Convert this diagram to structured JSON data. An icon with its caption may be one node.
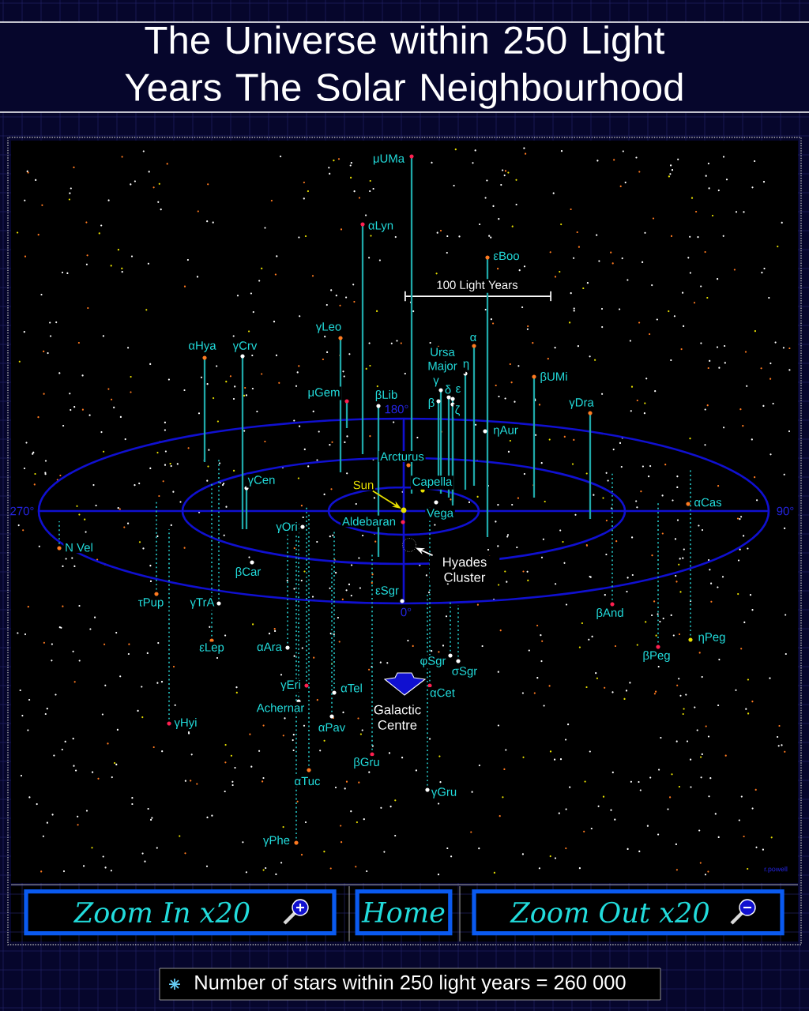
{
  "diagram": {
    "title": "The Universe within 250 Light Years The Solar Neighbourhood",
    "nodes": [
      {
        "text": [
          "Sun"
        ]
      },
      {
        "text": [],
        "shape": "circle"
      },
      {
        "text": [
          "Hyades Cluster"
        ]
      },
      {
        "text": [],
        "shape": "circle"
      },
      {
        "text": [
          "Zoom In x20"
        ]
      },
      {
        "text": [
          "Home"
        ]
      },
      {
        "text": [
          "Zoom Out x20"
        ]
      },
      {
        "text": [
          "Number of stars within 250 light years = 260 000"
        ]
      }
    ],
    "edges": [
      {
        "from": 0,
        "to": 1,
        "arrow": "to",
        "color": "#e8e000"
      },
      {
        "from": 2,
        "to": 3,
        "arrow": "to",
        "color": "#ffffff"
      }
    ],
    "labels": [
      "μUMa",
      "αLyn",
      "εBoo",
      "100 Light Years",
      "γLeo",
      "α",
      "αHya",
      "γCrv",
      "Ursa Major",
      "η",
      "βUMi",
      "γ",
      "μGem",
      "βLib",
      "δ",
      "ε",
      "180°",
      "β",
      "ζ",
      "γDra",
      "ηAur",
      "Arcturus",
      "γCen",
      "Capella",
      "αCas",
      "270°",
      "Aldebaran",
      "Vega",
      "90°",
      "γOri",
      "N Vel",
      "βCar",
      "εSgr",
      "τPup",
      "γTrA",
      "0°",
      "βAnd",
      "ηPeg",
      "εLep",
      "αAra",
      "βPeg",
      "φSgr",
      "σSgr",
      "γEri",
      "αTel",
      "αCet",
      "Achernar",
      "Galactic Centre",
      "γHyi",
      "αPav",
      "βGru",
      "αTuc",
      "γGru",
      "γPhe",
      "r.powell"
    ]
  }
}
